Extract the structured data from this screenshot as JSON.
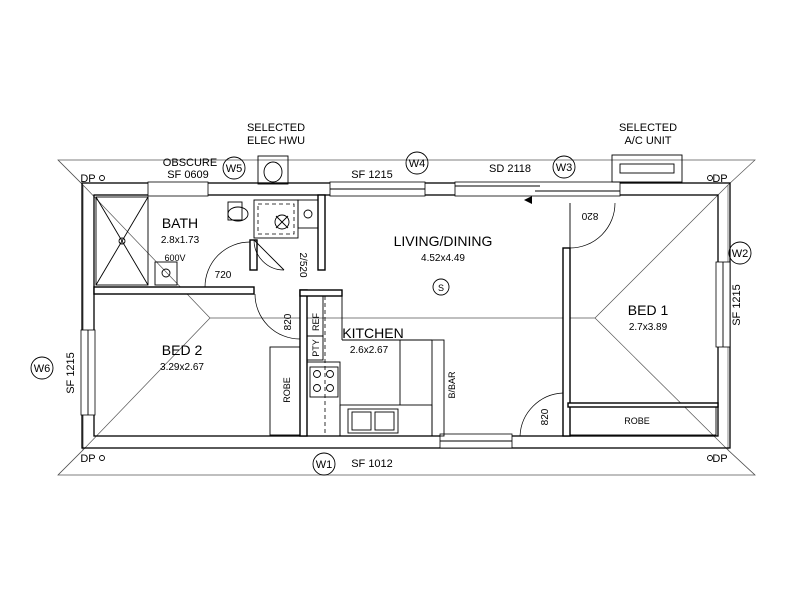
{
  "labels": {
    "selected_elec_hwu_1": "SELECTED",
    "selected_elec_hwu_2": "ELEC HWU",
    "selected_ac_1": "SELECTED",
    "selected_ac_2": "A/C UNIT",
    "obscure": "OBSCURE",
    "sf_0609": "SF 0609",
    "sf_1215_top": "SF 1215",
    "sd_2118": "SD 2118",
    "sf_1012": "SF 1012",
    "sf_1215_left": "SF 1215",
    "sf_1215_right": "SF 1215",
    "dp": "DP"
  },
  "window_tags": [
    "W1",
    "W2",
    "W3",
    "W4",
    "W5",
    "W6"
  ],
  "rooms": {
    "bath_name": "BATH",
    "bath_size": "2.8x1.73",
    "living_name": "LIVING/DINING",
    "living_size": "4.52x4.49",
    "bed1_name": "BED 1",
    "bed1_size": "2.7x3.89",
    "bed2_name": "BED 2",
    "bed2_size": "3.29x2.67",
    "kitchen_name": "KITCHEN",
    "kitchen_size": "2.6x2.67"
  },
  "fixtures": {
    "v600": "600V",
    "robe_left": "ROBE",
    "robe_right": "ROBE",
    "pty": "PTY",
    "ref": "REF",
    "bbar": "B/BAR",
    "smoke": "S"
  },
  "doors": {
    "d720": "720",
    "d2520": "2/520",
    "d820_bed2": "820",
    "d820_bed1": "820",
    "d820_kitchen": "820"
  }
}
